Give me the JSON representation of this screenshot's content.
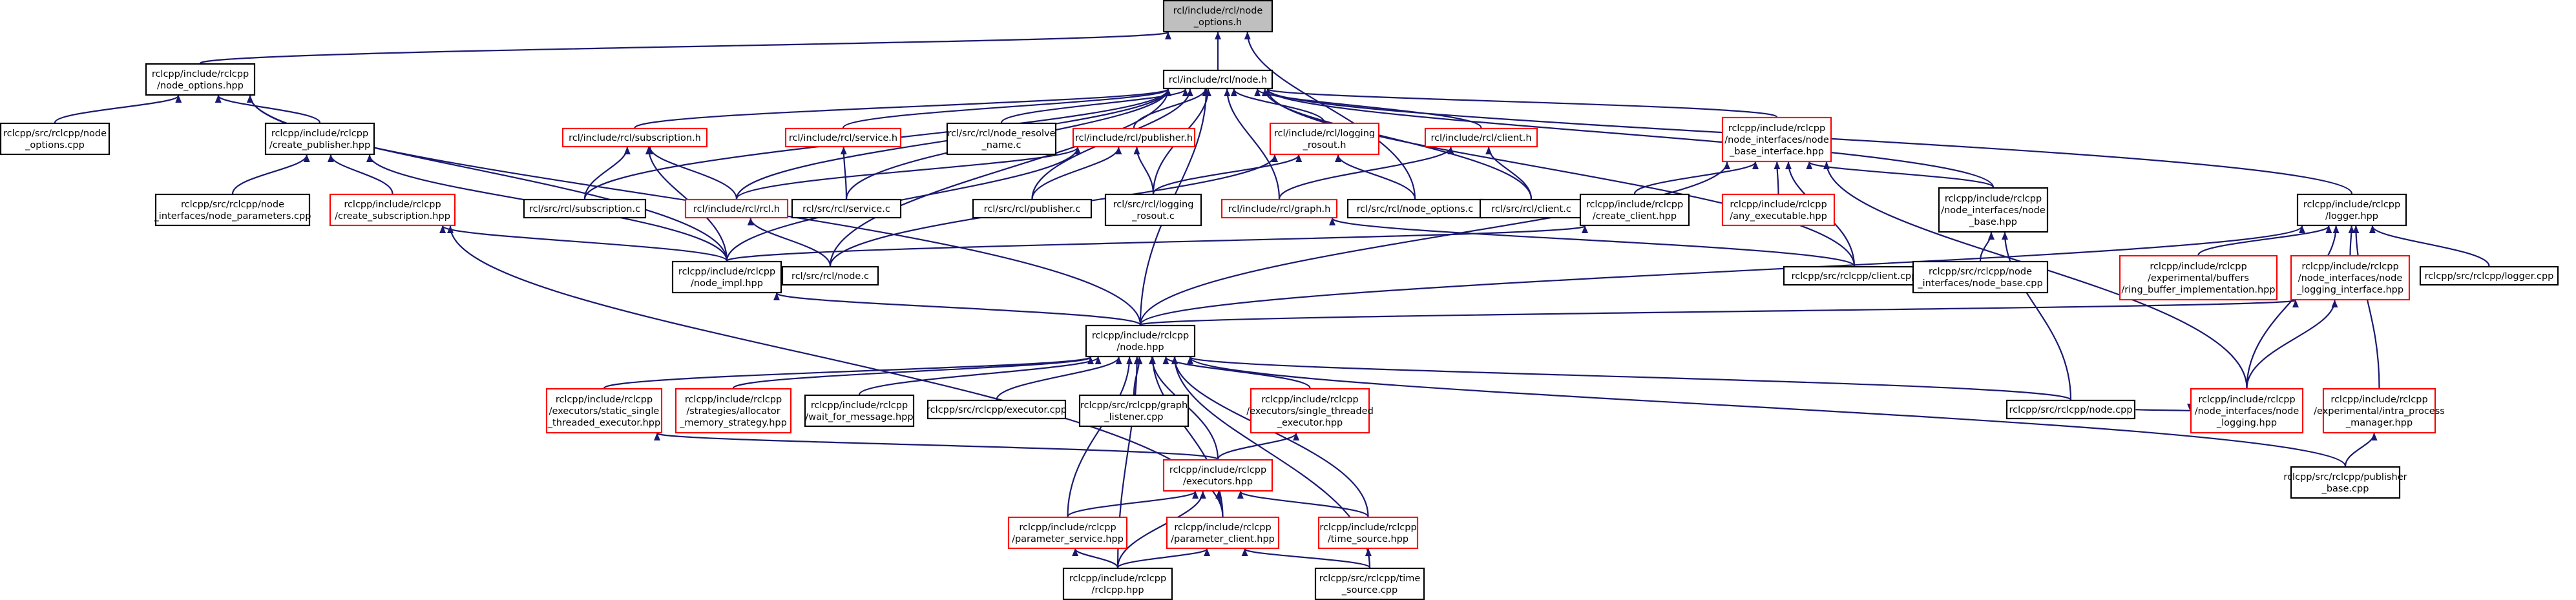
{
  "colors": {
    "edge": "#191970",
    "border_default": "#000000",
    "border_truncated": "#ff0000",
    "fill_default": "#ffffff",
    "fill_focus": "#bfbfbf"
  },
  "nodes": [
    {
      "id": "n_opts",
      "lines": [
        "rcl/include/rcl/node",
        "_options.h"
      ],
      "focus": true
    },
    {
      "id": "n_rcl_node_h",
      "lines": [
        "rcl/include/rcl/node.h"
      ]
    },
    {
      "id": "n_cpp_node_options_hpp",
      "lines": [
        "rclcpp/include/rclcpp",
        "/node_options.hpp"
      ]
    },
    {
      "id": "n_cpp_node_options_cpp",
      "lines": [
        "rclcpp/src/rclcpp/node",
        "_options.cpp"
      ]
    },
    {
      "id": "n_create_publisher",
      "lines": [
        "rclcpp/include/rclcpp",
        "/create_publisher.hpp"
      ]
    },
    {
      "id": "n_node_params_cpp",
      "lines": [
        "rclcpp/src/rclcpp/node",
        "_interfaces/node_parameters.cpp"
      ]
    },
    {
      "id": "n_create_subscription",
      "lines": [
        "rclcpp/include/rclcpp",
        "/create_subscription.hpp"
      ],
      "red": true
    },
    {
      "id": "n_rcl_subscription_h",
      "lines": [
        "rcl/include/rcl/subscription.h"
      ],
      "red": true
    },
    {
      "id": "n_rcl_service_h",
      "lines": [
        "rcl/include/rcl/service.h"
      ],
      "red": true
    },
    {
      "id": "n_node_resolve",
      "lines": [
        "rcl/src/rcl/node_resolve",
        "_name.c"
      ]
    },
    {
      "id": "n_rcl_publisher_h",
      "lines": [
        "rcl/include/rcl/publisher.h"
      ],
      "red": true
    },
    {
      "id": "n_rcl_logging_rosout_h",
      "lines": [
        "rcl/include/rcl/logging",
        "_rosout.h"
      ],
      "red": true
    },
    {
      "id": "n_rcl_client_h",
      "lines": [
        "rcl/include/rcl/client.h"
      ],
      "red": true
    },
    {
      "id": "n_node_base_interface",
      "lines": [
        "rclcpp/include/rclcpp",
        "/node_interfaces/node",
        "_base_interface.hpp"
      ],
      "red": true
    },
    {
      "id": "n_logger_hpp",
      "lines": [
        "rclcpp/include/rclcpp",
        "/logger.hpp"
      ]
    },
    {
      "id": "n_subscription_c",
      "lines": [
        "rcl/src/rcl/subscription.c"
      ]
    },
    {
      "id": "n_rcl_h",
      "lines": [
        "rcl/include/rcl/rcl.h"
      ],
      "red": true
    },
    {
      "id": "n_service_c",
      "lines": [
        "rcl/src/rcl/service.c"
      ]
    },
    {
      "id": "n_publisher_c",
      "lines": [
        "rcl/src/rcl/publisher.c"
      ]
    },
    {
      "id": "n_logging_rosout_c",
      "lines": [
        "rcl/src/rcl/logging",
        "_rosout.c"
      ]
    },
    {
      "id": "n_graph_h",
      "lines": [
        "rcl/include/rcl/graph.h"
      ],
      "red": true
    },
    {
      "id": "n_node_options_c",
      "lines": [
        "rcl/src/rcl/node_options.c"
      ]
    },
    {
      "id": "n_client_c",
      "lines": [
        "rcl/src/rcl/client.c"
      ]
    },
    {
      "id": "n_create_client",
      "lines": [
        "rclcpp/include/rclcpp",
        "/create_client.hpp"
      ]
    },
    {
      "id": "n_any_executable",
      "lines": [
        "rclcpp/include/rclcpp",
        "/any_executable.hpp"
      ],
      "red": true
    },
    {
      "id": "n_node_base_hpp",
      "lines": [
        "rclcpp/include/rclcpp",
        "/node_interfaces/node",
        "_base.hpp"
      ]
    },
    {
      "id": "n_node_impl",
      "lines": [
        "rclcpp/include/rclcpp",
        "/node_impl.hpp"
      ]
    },
    {
      "id": "n_node_c",
      "lines": [
        "rcl/src/rcl/node.c"
      ]
    },
    {
      "id": "n_client_cpp",
      "lines": [
        "rclcpp/src/rclcpp/client.cpp"
      ]
    },
    {
      "id": "n_node_base_cpp",
      "lines": [
        "rclcpp/src/rclcpp/node",
        "_interfaces/node_base.cpp"
      ]
    },
    {
      "id": "n_ring_buffer",
      "lines": [
        "rclcpp/include/rclcpp",
        "/experimental/buffers",
        "/ring_buffer_implementation.hpp"
      ],
      "red": true
    },
    {
      "id": "n_node_logging_interface",
      "lines": [
        "rclcpp/include/rclcpp",
        "/node_interfaces/node",
        "_logging_interface.hpp"
      ],
      "red": true
    },
    {
      "id": "n_logger_cpp",
      "lines": [
        "rclcpp/src/rclcpp/logger.cpp"
      ]
    },
    {
      "id": "n_cpp_node_hpp",
      "lines": [
        "rclcpp/include/rclcpp",
        "/node.hpp"
      ]
    },
    {
      "id": "n_static_single",
      "lines": [
        "rclcpp/include/rclcpp",
        "/executors/static_single",
        "_threaded_executor.hpp"
      ],
      "red": true
    },
    {
      "id": "n_allocator_memory",
      "lines": [
        "rclcpp/include/rclcpp",
        "/strategies/allocator",
        "_memory_strategy.hpp"
      ],
      "red": true
    },
    {
      "id": "n_wait_for_message",
      "lines": [
        "rclcpp/include/rclcpp",
        "/wait_for_message.hpp"
      ]
    },
    {
      "id": "n_executor_cpp",
      "lines": [
        "rclcpp/src/rclcpp/executor.cpp"
      ]
    },
    {
      "id": "n_graph_listener",
      "lines": [
        "rclcpp/src/rclcpp/graph",
        "_listener.cpp"
      ]
    },
    {
      "id": "n_single_threaded",
      "lines": [
        "rclcpp/include/rclcpp",
        "/executors/single_threaded",
        "_executor.hpp"
      ],
      "red": true
    },
    {
      "id": "n_node_logging_hpp",
      "lines": [
        "rclcpp/include/rclcpp",
        "/node_interfaces/node",
        "_logging.hpp"
      ],
      "red": true
    },
    {
      "id": "n_intra_process",
      "lines": [
        "rclcpp/include/rclcpp",
        "/experimental/intra_process",
        "_manager.hpp"
      ],
      "red": true
    },
    {
      "id": "n_node_cpp",
      "lines": [
        "rclcpp/src/rclcpp/node.cpp"
      ]
    },
    {
      "id": "n_publisher_base_cpp",
      "lines": [
        "rclcpp/src/rclcpp/publisher",
        "_base.cpp"
      ]
    },
    {
      "id": "n_executors_hpp",
      "lines": [
        "rclcpp/include/rclcpp",
        "/executors.hpp"
      ],
      "red": true
    },
    {
      "id": "n_parameter_service",
      "lines": [
        "rclcpp/include/rclcpp",
        "/parameter_service.hpp"
      ],
      "red": true
    },
    {
      "id": "n_parameter_client",
      "lines": [
        "rclcpp/include/rclcpp",
        "/parameter_client.hpp"
      ],
      "red": true
    },
    {
      "id": "n_time_source_hpp",
      "lines": [
        "rclcpp/include/rclcpp",
        "/time_source.hpp"
      ],
      "red": true
    },
    {
      "id": "n_rclcpp_hpp",
      "lines": [
        "rclcpp/include/rclcpp",
        "/rclcpp.hpp"
      ]
    },
    {
      "id": "n_time_source_cpp",
      "lines": [
        "rclcpp/src/rclcpp/time",
        "_source.cpp"
      ]
    }
  ],
  "edges": [
    [
      "n_rcl_node_h",
      "n_opts"
    ],
    [
      "n_cpp_node_options_hpp",
      "n_opts"
    ],
    [
      "n_node_options_c",
      "n_opts"
    ],
    [
      "n_cpp_node_options_cpp",
      "n_cpp_node_options_hpp"
    ],
    [
      "n_create_publisher",
      "n_cpp_node_options_hpp"
    ],
    [
      "n_cpp_node_hpp",
      "n_cpp_node_options_hpp"
    ],
    [
      "n_node_impl",
      "n_cpp_node_options_hpp"
    ],
    [
      "n_node_params_cpp",
      "n_create_publisher"
    ],
    [
      "n_create_subscription",
      "n_create_publisher"
    ],
    [
      "n_node_impl",
      "n_create_publisher"
    ],
    [
      "n_node_impl",
      "n_create_subscription"
    ],
    [
      "n_parameter_client",
      "n_create_subscription"
    ],
    [
      "n_rcl_subscription_h",
      "n_rcl_node_h"
    ],
    [
      "n_rcl_service_h",
      "n_rcl_node_h"
    ],
    [
      "n_node_resolve",
      "n_rcl_node_h"
    ],
    [
      "n_rcl_publisher_h",
      "n_rcl_node_h"
    ],
    [
      "n_rcl_logging_rosout_h",
      "n_rcl_node_h"
    ],
    [
      "n_rcl_client_h",
      "n_rcl_node_h"
    ],
    [
      "n_node_base_interface",
      "n_rcl_node_h"
    ],
    [
      "n_logger_hpp",
      "n_rcl_node_h"
    ],
    [
      "n_subscription_c",
      "n_rcl_node_h"
    ],
    [
      "n_rcl_h",
      "n_rcl_node_h"
    ],
    [
      "n_service_c",
      "n_rcl_node_h"
    ],
    [
      "n_publisher_c",
      "n_rcl_node_h"
    ],
    [
      "n_logging_rosout_c",
      "n_rcl_node_h"
    ],
    [
      "n_graph_h",
      "n_rcl_node_h"
    ],
    [
      "n_client_c",
      "n_rcl_node_h"
    ],
    [
      "n_node_base_hpp",
      "n_rcl_node_h"
    ],
    [
      "n_client_cpp",
      "n_rcl_node_h"
    ],
    [
      "n_node_c",
      "n_rcl_node_h"
    ],
    [
      "n_cpp_node_hpp",
      "n_rcl_node_h"
    ],
    [
      "n_subscription_c",
      "n_rcl_subscription_h"
    ],
    [
      "n_rcl_h",
      "n_rcl_subscription_h"
    ],
    [
      "n_node_impl",
      "n_rcl_subscription_h"
    ],
    [
      "n_service_c",
      "n_rcl_service_h"
    ],
    [
      "n_rcl_h",
      "n_rcl_publisher_h"
    ],
    [
      "n_publisher_c",
      "n_rcl_publisher_h"
    ],
    [
      "n_logging_rosout_c",
      "n_rcl_publisher_h"
    ],
    [
      "n_node_impl",
      "n_rcl_publisher_h"
    ],
    [
      "n_logging_rosout_c",
      "n_rcl_logging_rosout_h"
    ],
    [
      "n_node_options_c",
      "n_rcl_logging_rosout_h"
    ],
    [
      "n_node_c",
      "n_rcl_logging_rosout_h"
    ],
    [
      "n_graph_h",
      "n_rcl_client_h"
    ],
    [
      "n_client_c",
      "n_rcl_client_h"
    ],
    [
      "n_create_client",
      "n_node_base_interface"
    ],
    [
      "n_any_executable",
      "n_node_base_interface"
    ],
    [
      "n_node_base_hpp",
      "n_node_base_interface"
    ],
    [
      "n_client_cpp",
      "n_node_base_interface"
    ],
    [
      "n_node_logging_hpp",
      "n_node_base_interface"
    ],
    [
      "n_cpp_node_hpp",
      "n_node_base_interface"
    ],
    [
      "n_node_c",
      "n_rcl_h"
    ],
    [
      "n_client_cpp",
      "n_graph_h"
    ],
    [
      "n_node_impl",
      "n_create_client"
    ],
    [
      "n_node_base_cpp",
      "n_node_base_hpp"
    ],
    [
      "n_node_cpp",
      "n_node_base_hpp"
    ],
    [
      "n_ring_buffer",
      "n_logger_hpp"
    ],
    [
      "n_node_logging_interface",
      "n_logger_hpp"
    ],
    [
      "n_logger_cpp",
      "n_logger_hpp"
    ],
    [
      "n_node_logging_hpp",
      "n_logger_hpp"
    ],
    [
      "n_intra_process",
      "n_logger_hpp"
    ],
    [
      "n_cpp_node_hpp",
      "n_logger_hpp"
    ],
    [
      "n_node_logging_hpp",
      "n_node_logging_interface"
    ],
    [
      "n_cpp_node_hpp",
      "n_node_logging_interface"
    ],
    [
      "n_cpp_node_hpp",
      "n_node_impl"
    ],
    [
      "n_static_single",
      "n_cpp_node_hpp"
    ],
    [
      "n_allocator_memory",
      "n_cpp_node_hpp"
    ],
    [
      "n_wait_for_message",
      "n_cpp_node_hpp"
    ],
    [
      "n_executor_cpp",
      "n_cpp_node_hpp"
    ],
    [
      "n_graph_listener",
      "n_cpp_node_hpp"
    ],
    [
      "n_single_threaded",
      "n_cpp_node_hpp"
    ],
    [
      "n_executors_hpp",
      "n_cpp_node_hpp"
    ],
    [
      "n_parameter_service",
      "n_cpp_node_hpp"
    ],
    [
      "n_parameter_client",
      "n_cpp_node_hpp"
    ],
    [
      "n_time_source_hpp",
      "n_cpp_node_hpp"
    ],
    [
      "n_rclcpp_hpp",
      "n_cpp_node_hpp"
    ],
    [
      "n_time_source_cpp",
      "n_cpp_node_hpp"
    ],
    [
      "n_node_cpp",
      "n_cpp_node_hpp"
    ],
    [
      "n_publisher_base_cpp",
      "n_cpp_node_hpp"
    ],
    [
      "n_executors_hpp",
      "n_static_single"
    ],
    [
      "n_executors_hpp",
      "n_single_threaded"
    ],
    [
      "n_node_cpp",
      "n_node_logging_hpp"
    ],
    [
      "n_publisher_base_cpp",
      "n_intra_process"
    ],
    [
      "n_parameter_service",
      "n_executors_hpp"
    ],
    [
      "n_parameter_client",
      "n_executors_hpp"
    ],
    [
      "n_time_source_hpp",
      "n_executors_hpp"
    ],
    [
      "n_rclcpp_hpp",
      "n_executors_hpp"
    ],
    [
      "n_rclcpp_hpp",
      "n_parameter_service"
    ],
    [
      "n_rclcpp_hpp",
      "n_parameter_client"
    ],
    [
      "n_time_source_cpp",
      "n_parameter_client"
    ],
    [
      "n_time_source_cpp",
      "n_time_source_hpp"
    ]
  ]
}
